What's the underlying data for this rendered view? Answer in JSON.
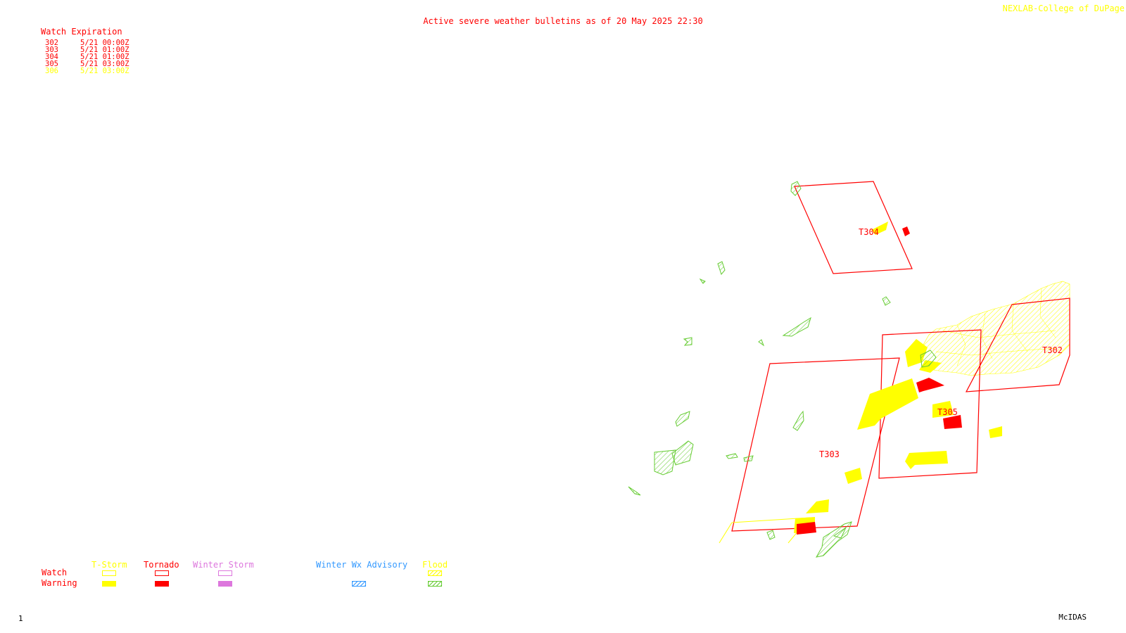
{
  "title": "Active severe weather bulletins as of 20 May 2025 22:30",
  "credit": "NEXLAB-College of DuPage",
  "watch_table": {
    "header": "Watch Expiration",
    "rows": [
      {
        "id": "302",
        "expires": "5/21 00:00Z",
        "color": "#ff0000"
      },
      {
        "id": "303",
        "expires": "5/21 01:00Z",
        "color": "#ff0000"
      },
      {
        "id": "304",
        "expires": "5/21 01:00Z",
        "color": "#ff0000"
      },
      {
        "id": "305",
        "expires": "5/21 03:00Z",
        "color": "#ff0000"
      },
      {
        "id": "306",
        "expires": "5/21 03:00Z",
        "color": "#ffff00"
      }
    ]
  },
  "watch_labels": {
    "t302": "T302",
    "t303": "T303",
    "t304": "T304",
    "t305": "T305"
  },
  "legend": {
    "row_watch": "Watch",
    "row_warning": "Warning",
    "tstorm": "T-Storm",
    "tornado": "Tornado",
    "winter_storm": "Winter Storm",
    "winter_wx_advisory": "Winter Wx Advisory",
    "flood": "Flood"
  },
  "colors": {
    "tstorm": "#ffff00",
    "tornado": "#ff0000",
    "winter_storm": "#dd77dd",
    "winter_wx_advisory": "#3399ff",
    "flood": "#66cc33"
  },
  "footer": {
    "page": "1",
    "software": "McIDAS"
  }
}
